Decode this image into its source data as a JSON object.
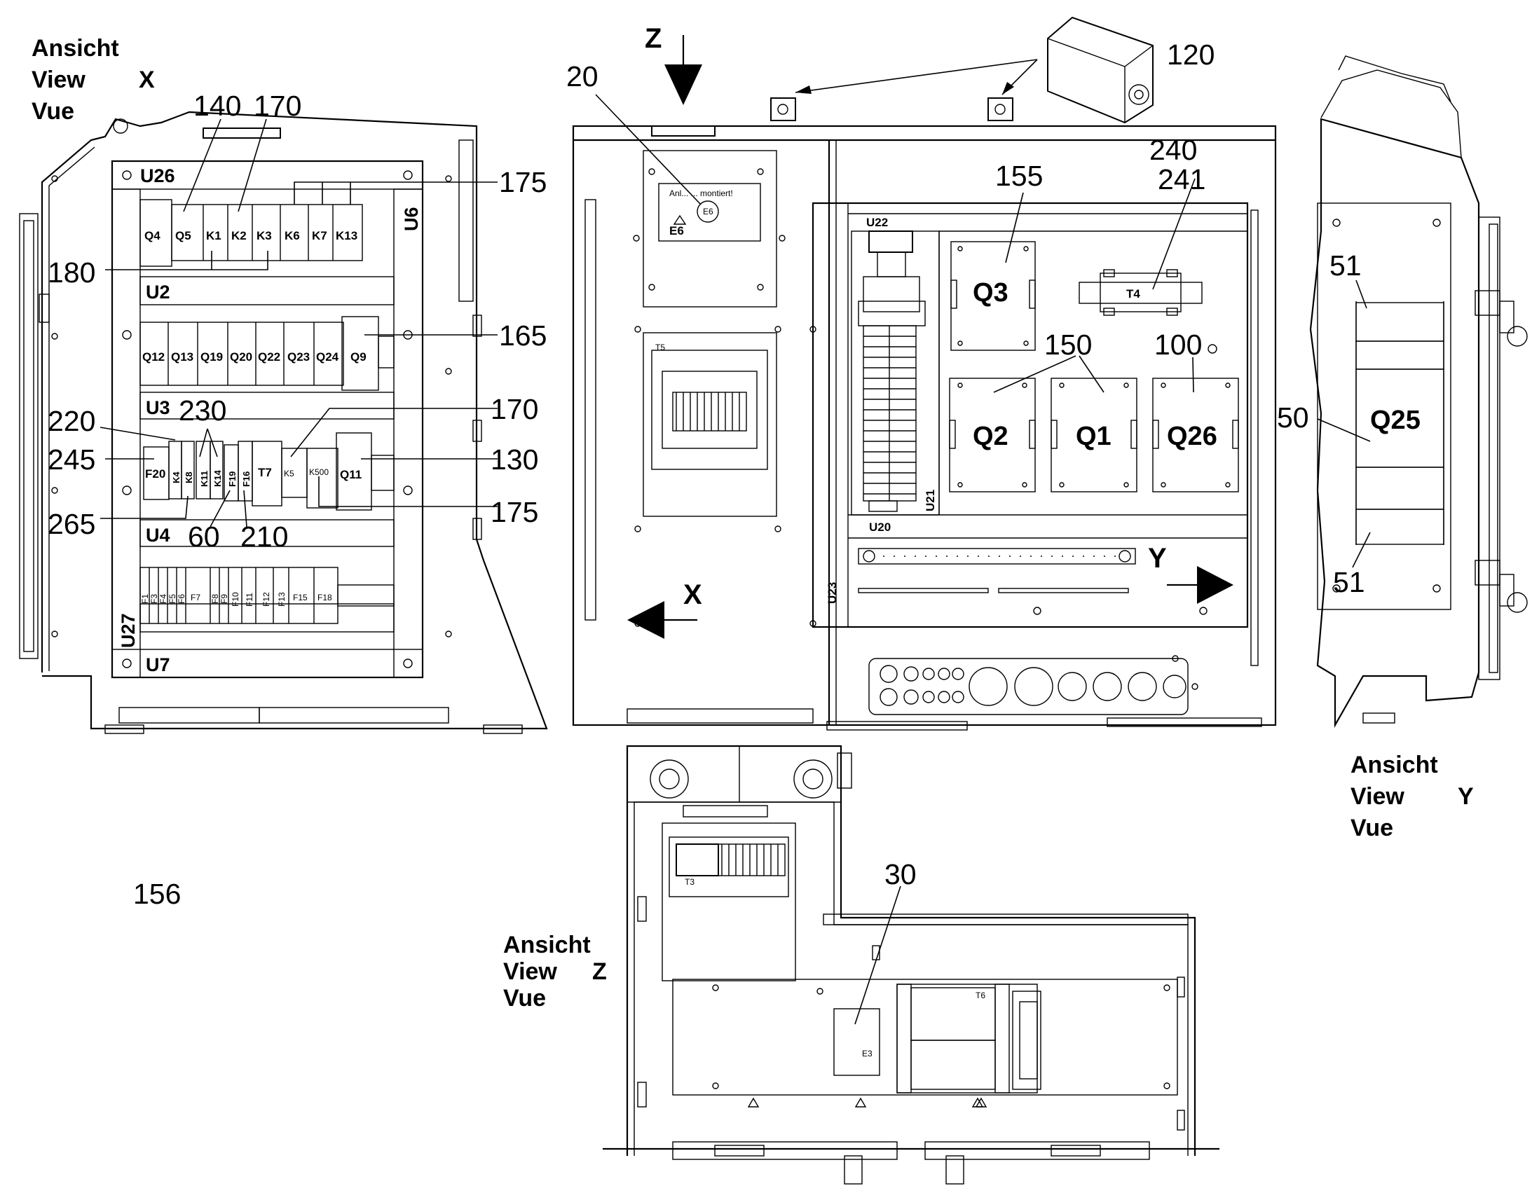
{
  "views": {
    "x": {
      "line1": "Ansicht",
      "line2": "View",
      "letter": "X",
      "line3": "Vue"
    },
    "y": {
      "line1": "Ansicht",
      "line2": "View",
      "letter": "Y",
      "line3": "Vue"
    },
    "z": {
      "line1": "Ansicht",
      "line2": "View",
      "letter": "Z",
      "line3": "Vue"
    }
  },
  "arrows": {
    "z": "Z",
    "x": "X",
    "y": "Y"
  },
  "callouts": {
    "c140": "140",
    "c170a": "170",
    "c175a": "175",
    "c180": "180",
    "c165": "165",
    "c220": "220",
    "c230": "230",
    "c170b": "170",
    "c245": "245",
    "c130": "130",
    "c265": "265",
    "c175b": "175",
    "c60": "60",
    "c210": "210",
    "c156": "156",
    "c20": "20",
    "c120": "120",
    "c155": "155",
    "c240": "240",
    "c241": "241",
    "c150": "150",
    "c100": "100",
    "c51a": "51",
    "c50": "50",
    "c51b": "51",
    "c30": "30"
  },
  "rails": {
    "u26": "U26",
    "u6": "U6",
    "u2": "U2",
    "u3": "U3",
    "u4": "U4",
    "u27": "U27",
    "u7": "U7",
    "u22": "U22",
    "u21": "U21",
    "u20": "U20",
    "u23": "U23"
  },
  "row1": {
    "q4": "Q4",
    "q5": "Q5",
    "k1": "K1",
    "k2": "K2",
    "k3": "K3",
    "k6": "K6",
    "k7": "K7",
    "k13": "K13"
  },
  "row2": {
    "q12": "Q12",
    "q13": "Q13",
    "q19": "Q19",
    "q20": "Q20",
    "q22": "Q22",
    "q23": "Q23",
    "q24": "Q24",
    "q9": "Q9"
  },
  "row3": {
    "f20": "F20",
    "k4": "K4",
    "k8": "K8",
    "k11": "K11",
    "k14": "K14",
    "f19": "F19",
    "f16": "F16",
    "t7": "T7",
    "k5": "K5",
    "k500": "K500",
    "q11": "Q11"
  },
  "row4": {
    "f1": "F1",
    "f3": "F3",
    "f4": "F4",
    "f5": "F5",
    "f6": "F6",
    "f7": "F7",
    "f8": "F8",
    "f9": "F9",
    "f10": "F10",
    "f11": "F11",
    "f12": "F12",
    "f13": "F13",
    "f15": "F15",
    "f18": "F18"
  },
  "front": {
    "e6": "E6",
    "e6_warning": "Anl... ... montiert!",
    "e6_bulb": "E6",
    "t5": "T5",
    "q3": "Q3",
    "t4": "T4",
    "q2": "Q2",
    "q1": "Q1",
    "q26": "Q26"
  },
  "side": {
    "q25": "Q25"
  },
  "bottom": {
    "t3": "T3",
    "t6": "T6",
    "e3": "E3"
  }
}
